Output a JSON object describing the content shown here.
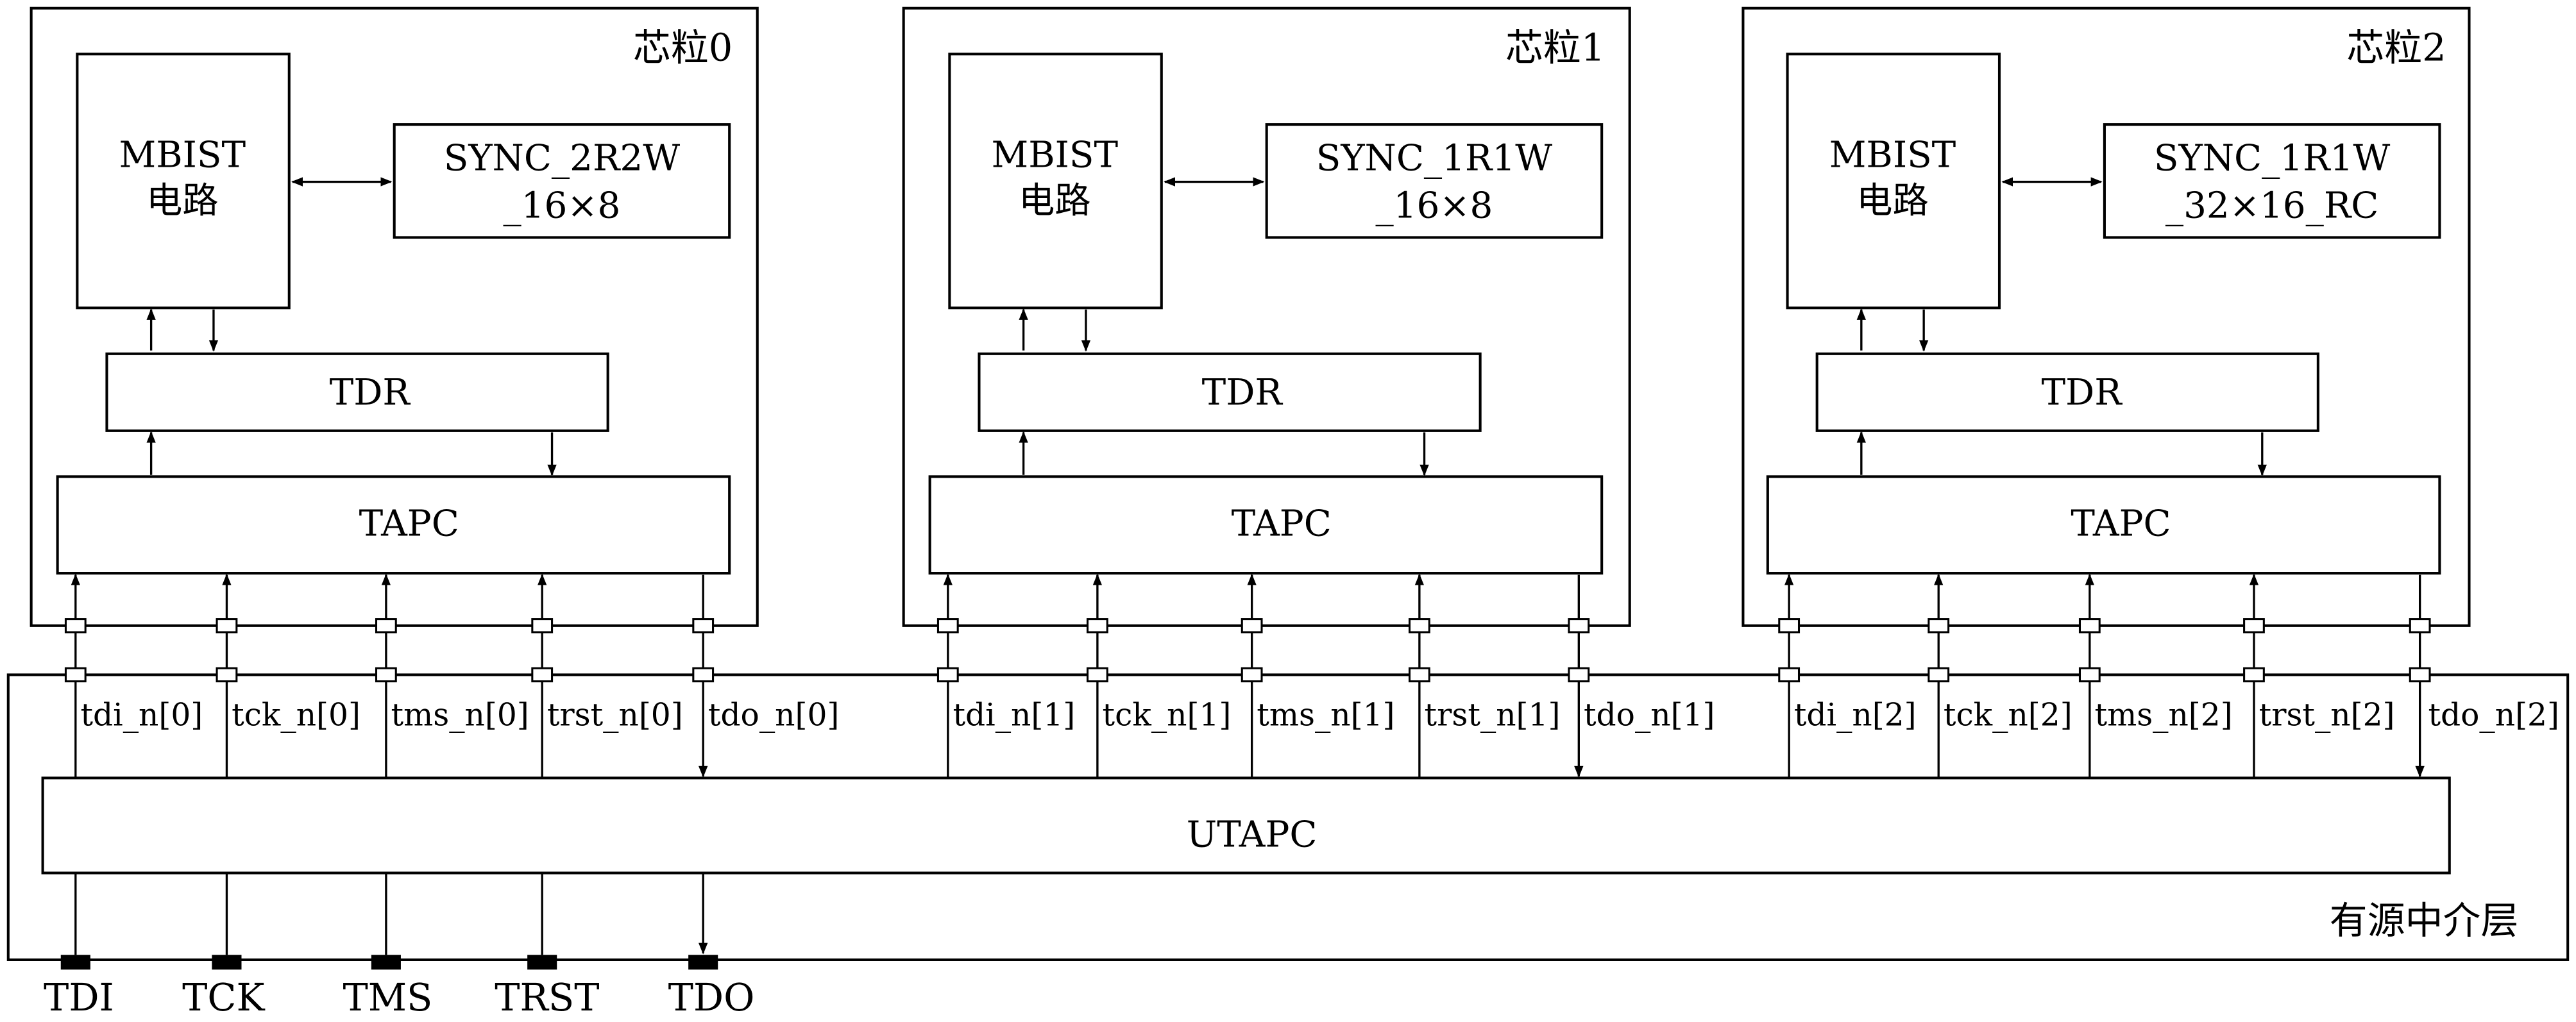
{
  "chiplets": [
    {
      "name": "芯粒0",
      "mbist": [
        "MBIST",
        "电路"
      ],
      "sync": [
        "SYNC_2R2W",
        "_16×8"
      ],
      "tdr": "TDR",
      "tapc": "TAPC",
      "signals": [
        "tdi_n[0]",
        "tck_n[0]",
        "tms_n[0]",
        "trst_n[0]",
        "tdo_n[0]"
      ]
    },
    {
      "name": "芯粒1",
      "mbist": [
        "MBIST",
        "电路"
      ],
      "sync": [
        "SYNC_1R1W",
        "_16×8"
      ],
      "tdr": "TDR",
      "tapc": "TAPC",
      "signals": [
        "tdi_n[1]",
        "tck_n[1]",
        "tms_n[1]",
        "trst_n[1]",
        "tdo_n[1]"
      ]
    },
    {
      "name": "芯粒2",
      "mbist": [
        "MBIST",
        "电路"
      ],
      "sync": [
        "SYNC_1R1W",
        "_32×16_RC"
      ],
      "tdr": "TDR",
      "tapc": "TAPC",
      "signals": [
        "tdi_n[2]",
        "tck_n[2]",
        "tms_n[2]",
        "trst_n[2]",
        "tdo_n[2]"
      ]
    }
  ],
  "utapc": "UTAPC",
  "interposer": "有源中介层",
  "pins": [
    "TDI",
    "TCK",
    "TMS",
    "TRST",
    "TDO"
  ]
}
